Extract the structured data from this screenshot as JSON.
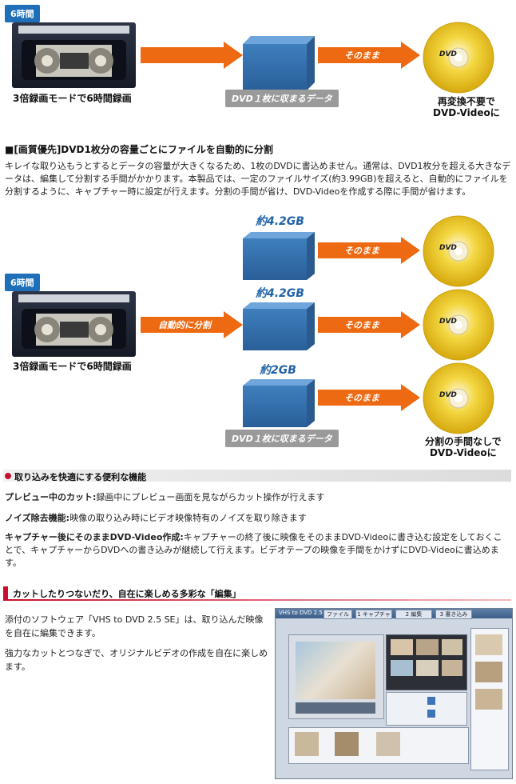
{
  "top_diagram": {
    "badge": "6時間",
    "tape_caption": "3倍録画モードで6時間録画",
    "arrow_label": "そのまま",
    "box_caption": "DVD１枚に収まるデータ",
    "dvd_caption_line1": "再変換不要で",
    "dvd_caption_line2": "DVD-Videoに",
    "dvd_logo": "DVD"
  },
  "section1": {
    "title": "■[画質優先]DVD1枚分の容量ごとにファイルを自動的に分割",
    "body": "キレイな取り込もうとするとデータの容量が大きくなるため、1枚のDVDに書込めません。通常は、DVD1枚分を超える大きなデータは、編集して分割する手間がかかります。本製品では、一定のファイルサイズ(約3.99GB)を超えると、自動的にファイルを分割するように、キャプチャー時に設定が行えます。分割の手間が省け、DVD-Videoを作成する際に手間が省けます。"
  },
  "split_diagram": {
    "badge": "6時間",
    "tape_caption": "3倍録画モードで6時間録画",
    "auto_split_label": "自動的に分割",
    "sizes": [
      "約4.2GB",
      "約4.2GB",
      "約2GB"
    ],
    "arrow_label": "そのまま",
    "box_caption": "DVD１枚に収まるデータ",
    "dvd_caption_line1": "分割の手間なしで",
    "dvd_caption_line2": "DVD-Videoに",
    "dvd_logo": "DVD"
  },
  "section2": {
    "title": "取り込みを快適にする便利な機能",
    "features": [
      {
        "label": "プレビュー中のカット:",
        "text": "録画中にプレビュー画面を見ながらカット操作が行えます"
      },
      {
        "label": "ノイズ除去機能:",
        "text": "映像の取り込み時にビデオ映像特有のノイズを取り除きます"
      },
      {
        "label": "キャプチャー後にそのままDVD-Video作成:",
        "text": "キャプチャーの終了後に映像をそのままDVD-Videoに書き込む設定をしておくことで、キャプチャーからDVDへの書き込みが継続して行えます。ビデオテープの映像を手間をかけずにDVD-Videoに書込めます。"
      }
    ]
  },
  "section3": {
    "title": "カットしたりつないだり、自在に楽しめる多彩な「編集」",
    "para1": "添付のソフトウェア「VHS to DVD 2.5 SE」は、取り込んだ映像を自在に編集できます。",
    "para2": "強力なカットとつなぎで、オリジナルビデオの作成を自在に楽しめます。",
    "app": {
      "title": "VHS to DVD 2.5",
      "tabs": [
        "ファイル",
        "1 キャプチャ",
        "2 編集",
        "3 書き込み"
      ]
    }
  },
  "colors": {
    "badge_blue": "#1e6fb8",
    "arrow_orange": "#ee6a12",
    "box_blue": "#3f87c6",
    "accent_red": "#c8102e"
  }
}
